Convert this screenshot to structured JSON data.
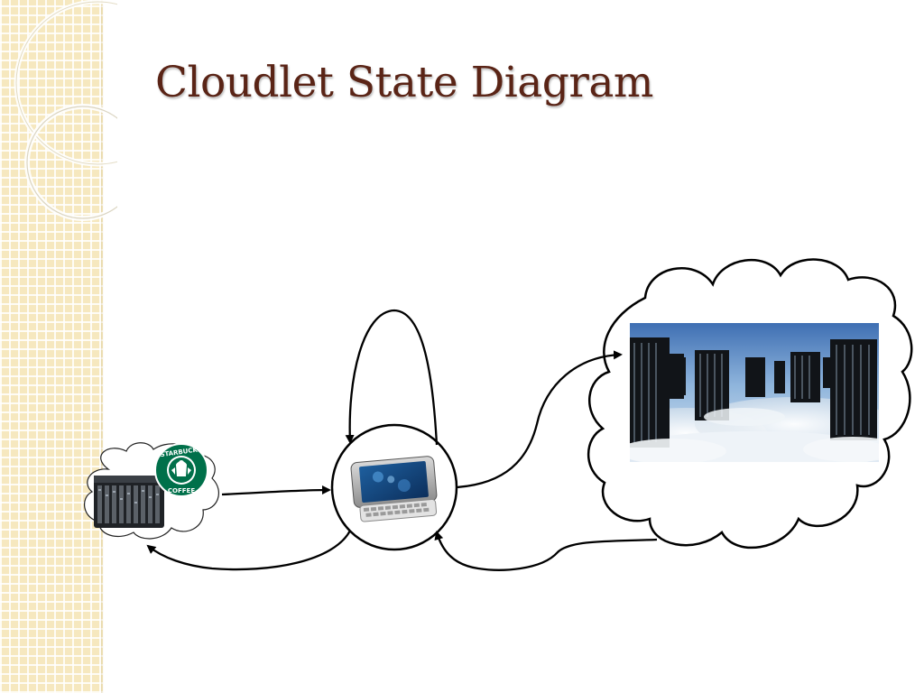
{
  "slide": {
    "title": "Cloudlet State Diagram"
  },
  "diagram": {
    "nodes": [
      {
        "id": "cloudlet",
        "label": "cloudlet server in coffee shop",
        "icon": "server-rack-icon"
      },
      {
        "id": "mobile-device",
        "label": "mobile device",
        "icon": "mobile-device-icon"
      },
      {
        "id": "cloud",
        "label": "distant cloud data center",
        "icon": "data-center-icon"
      }
    ],
    "edges": [
      {
        "from": "cloudlet",
        "to": "mobile-device"
      },
      {
        "from": "mobile-device",
        "to": "cloudlet"
      },
      {
        "from": "mobile-device",
        "to": "mobile-device"
      },
      {
        "from": "mobile-device",
        "to": "cloud"
      },
      {
        "from": "cloud",
        "to": "mobile-device"
      }
    ],
    "logo": {
      "top_text": "STARBUCKS",
      "bottom_text": "COFFEE",
      "ring_color": "#00704a"
    }
  },
  "theme": {
    "title_color": "#5a2416",
    "band_color": "#f6e8bf"
  }
}
